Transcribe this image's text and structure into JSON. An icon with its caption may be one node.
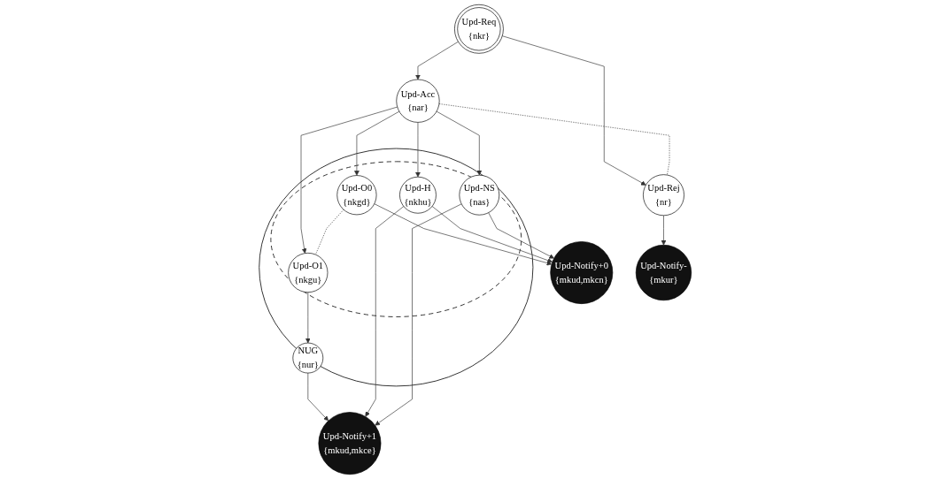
{
  "diagram": {
    "nodes": [
      {
        "text": [
          "Upd-Req",
          "{nkr}"
        ]
      },
      {
        "text": [
          "Upd-Acc",
          "{nar}"
        ]
      },
      {
        "text": [
          "Upd-Rej",
          "{nr}"
        ]
      },
      {
        "text": [],
        "shape": "ellipse"
      },
      {
        "text": [],
        "shape": "ellipse",
        "in": 3
      },
      {
        "text": [
          "Upd-O0",
          "{nkgd}"
        ],
        "in": 4
      },
      {
        "text": [
          "Upd-O1",
          "{nkgu}"
        ],
        "in": 4
      },
      {
        "text": [
          "Upd-H",
          "{nkhu}"
        ],
        "in": 4
      },
      {
        "text": [
          "Upd-NS",
          "{nas}"
        ],
        "in": 4
      },
      {
        "text": [
          "NUG",
          "{nur}"
        ],
        "in": 3
      },
      {
        "text": [
          "Upd-Notify+0",
          "{mkud,mkcn}"
        ]
      },
      {
        "text": [
          "Upd-Notify+1",
          "{mkud,mkce}"
        ]
      },
      {
        "text": [
          "Upd-Notify-",
          "{mkur}"
        ]
      }
    ],
    "edges": [
      {
        "from": 0,
        "to": 1,
        "arrow": "to"
      },
      {
        "from": 0,
        "to": 2,
        "arrow": "to"
      },
      {
        "from": 1,
        "to": 2,
        "arrow": "none",
        "style": "dashed"
      },
      {
        "from": 1,
        "to": 5,
        "arrow": "to"
      },
      {
        "from": 1,
        "to": 6,
        "arrow": "to"
      },
      {
        "from": 1,
        "to": 7,
        "arrow": "to"
      },
      {
        "from": 1,
        "to": 8,
        "arrow": "to"
      },
      {
        "from": 5,
        "to": 6,
        "arrow": "none",
        "style": "dashed"
      },
      {
        "from": 6,
        "to": 9,
        "arrow": "to"
      },
      {
        "from": 5,
        "to": 10,
        "arrow": "to"
      },
      {
        "from": 7,
        "to": 10,
        "arrow": "to"
      },
      {
        "from": 8,
        "to": 10,
        "arrow": "to"
      },
      {
        "from": 9,
        "to": 11,
        "arrow": "to"
      },
      {
        "from": 7,
        "to": 11,
        "arrow": "to"
      },
      {
        "from": 8,
        "to": 11,
        "arrow": "to"
      },
      {
        "from": 2,
        "to": 12,
        "arrow": "to"
      }
    ]
  }
}
